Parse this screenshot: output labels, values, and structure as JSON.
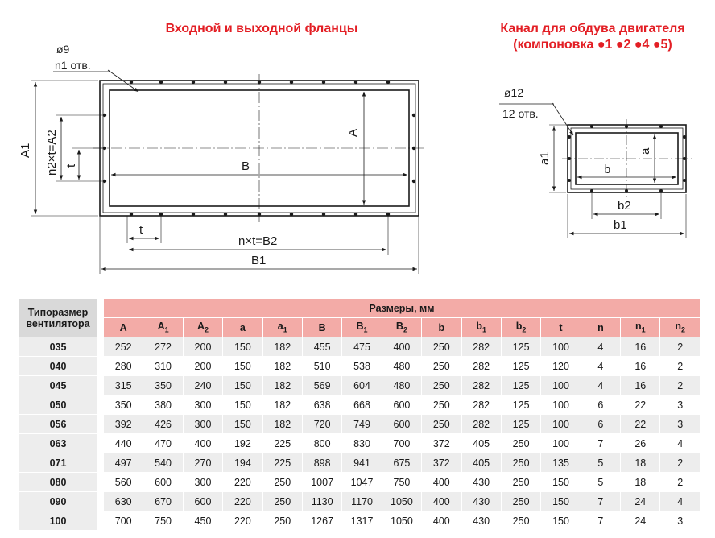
{
  "titles": {
    "left": "Входной и выходной фланцы",
    "right_line1": "Канал для обдува двигателя",
    "right_line2": "(компоновка ●1 ●2 ●4 ●5)"
  },
  "drawing_left": {
    "hole_dia": "ø9",
    "hole_count": "n1 отв.",
    "dim_A1": "A1",
    "dim_A2": "n2×t=A2",
    "dim_t_vertical": "t",
    "dim_A": "A",
    "dim_B": "B",
    "dim_t_horizontal": "t",
    "dim_B2": "n×t=B2",
    "dim_B1": "B1"
  },
  "drawing_right": {
    "hole_dia": "ø12",
    "hole_count": "12 отв.",
    "dim_a1": "a1",
    "dim_a": "a",
    "dim_b": "b",
    "dim_b2": "b2",
    "dim_b1": "b1"
  },
  "table": {
    "corner_header": "Типоразмер вентилятора",
    "group_header": "Размеры, мм",
    "columns": [
      "A",
      "A1",
      "A2",
      "a",
      "a1",
      "B",
      "B1",
      "B2",
      "b",
      "b1",
      "b2",
      "t",
      "n",
      "n1",
      "n2"
    ],
    "rows": [
      {
        "fan": "035",
        "values": [
          "252",
          "272",
          "200",
          "150",
          "182",
          "455",
          "475",
          "400",
          "250",
          "282",
          "125",
          "100",
          "4",
          "16",
          "2"
        ]
      },
      {
        "fan": "040",
        "values": [
          "280",
          "310",
          "200",
          "150",
          "182",
          "510",
          "538",
          "480",
          "250",
          "282",
          "125",
          "120",
          "4",
          "16",
          "2"
        ]
      },
      {
        "fan": "045",
        "values": [
          "315",
          "350",
          "240",
          "150",
          "182",
          "569",
          "604",
          "480",
          "250",
          "282",
          "125",
          "100",
          "4",
          "16",
          "2"
        ]
      },
      {
        "fan": "050",
        "values": [
          "350",
          "380",
          "300",
          "150",
          "182",
          "638",
          "668",
          "600",
          "250",
          "282",
          "125",
          "100",
          "6",
          "22",
          "3"
        ]
      },
      {
        "fan": "056",
        "values": [
          "392",
          "426",
          "300",
          "150",
          "182",
          "720",
          "749",
          "600",
          "250",
          "282",
          "125",
          "100",
          "6",
          "22",
          "3"
        ]
      },
      {
        "fan": "063",
        "values": [
          "440",
          "470",
          "400",
          "192",
          "225",
          "800",
          "830",
          "700",
          "372",
          "405",
          "250",
          "100",
          "7",
          "26",
          "4"
        ]
      },
      {
        "fan": "071",
        "values": [
          "497",
          "540",
          "270",
          "194",
          "225",
          "898",
          "941",
          "675",
          "372",
          "405",
          "250",
          "135",
          "5",
          "18",
          "2"
        ]
      },
      {
        "fan": "080",
        "values": [
          "560",
          "600",
          "300",
          "220",
          "250",
          "1007",
          "1047",
          "750",
          "400",
          "430",
          "250",
          "150",
          "5",
          "18",
          "2"
        ]
      },
      {
        "fan": "090",
        "values": [
          "630",
          "670",
          "600",
          "220",
          "250",
          "1130",
          "1170",
          "1050",
          "400",
          "430",
          "250",
          "150",
          "7",
          "24",
          "4"
        ]
      },
      {
        "fan": "100",
        "values": [
          "700",
          "750",
          "450",
          "220",
          "250",
          "1267",
          "1317",
          "1050",
          "400",
          "430",
          "250",
          "150",
          "7",
          "24",
          "3"
        ]
      }
    ]
  },
  "colors": {
    "title_red": "#e31e24",
    "header_pink": "#f3aba7",
    "header_grey": "#d9d9d9",
    "row_grey": "#ededed"
  }
}
